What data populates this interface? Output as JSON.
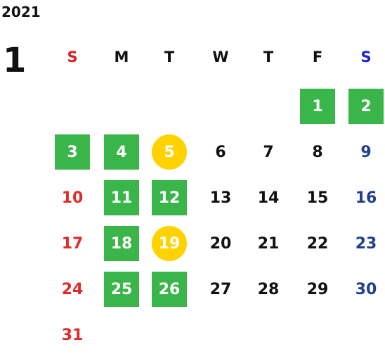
{
  "year": "2021",
  "month": "1",
  "weekdays": [
    "S",
    "M",
    "T",
    "W",
    "T",
    "F",
    "S"
  ],
  "colors": {
    "sunday": "#e02b2b",
    "saturday": "#1f3f8f",
    "weekday": "#111111",
    "green_highlight": "#3ab54a",
    "yellow_highlight": "#ffd200"
  },
  "days": [
    {
      "label": "1",
      "row": 0,
      "col": 5,
      "mark": "green"
    },
    {
      "label": "2",
      "row": 0,
      "col": 6,
      "mark": "green"
    },
    {
      "label": "3",
      "row": 1,
      "col": 0,
      "mark": "green"
    },
    {
      "label": "4",
      "row": 1,
      "col": 1,
      "mark": "green"
    },
    {
      "label": "5",
      "row": 1,
      "col": 2,
      "mark": "yellow"
    },
    {
      "label": "6",
      "row": 1,
      "col": 3,
      "mark": ""
    },
    {
      "label": "7",
      "row": 1,
      "col": 4,
      "mark": ""
    },
    {
      "label": "8",
      "row": 1,
      "col": 5,
      "mark": ""
    },
    {
      "label": "9",
      "row": 1,
      "col": 6,
      "mark": ""
    },
    {
      "label": "10",
      "row": 2,
      "col": 0,
      "mark": ""
    },
    {
      "label": "11",
      "row": 2,
      "col": 1,
      "mark": "green"
    },
    {
      "label": "12",
      "row": 2,
      "col": 2,
      "mark": "green"
    },
    {
      "label": "13",
      "row": 2,
      "col": 3,
      "mark": ""
    },
    {
      "label": "14",
      "row": 2,
      "col": 4,
      "mark": ""
    },
    {
      "label": "15",
      "row": 2,
      "col": 5,
      "mark": ""
    },
    {
      "label": "16",
      "row": 2,
      "col": 6,
      "mark": ""
    },
    {
      "label": "17",
      "row": 3,
      "col": 0,
      "mark": ""
    },
    {
      "label": "18",
      "row": 3,
      "col": 1,
      "mark": "green"
    },
    {
      "label": "19",
      "row": 3,
      "col": 2,
      "mark": "yellow"
    },
    {
      "label": "20",
      "row": 3,
      "col": 3,
      "mark": ""
    },
    {
      "label": "21",
      "row": 3,
      "col": 4,
      "mark": ""
    },
    {
      "label": "22",
      "row": 3,
      "col": 5,
      "mark": ""
    },
    {
      "label": "23",
      "row": 3,
      "col": 6,
      "mark": ""
    },
    {
      "label": "24",
      "row": 4,
      "col": 0,
      "mark": ""
    },
    {
      "label": "25",
      "row": 4,
      "col": 1,
      "mark": "green"
    },
    {
      "label": "26",
      "row": 4,
      "col": 2,
      "mark": "green"
    },
    {
      "label": "27",
      "row": 4,
      "col": 3,
      "mark": ""
    },
    {
      "label": "28",
      "row": 4,
      "col": 4,
      "mark": ""
    },
    {
      "label": "29",
      "row": 4,
      "col": 5,
      "mark": ""
    },
    {
      "label": "30",
      "row": 4,
      "col": 6,
      "mark": ""
    },
    {
      "label": "31",
      "row": 5,
      "col": 0,
      "mark": ""
    }
  ]
}
